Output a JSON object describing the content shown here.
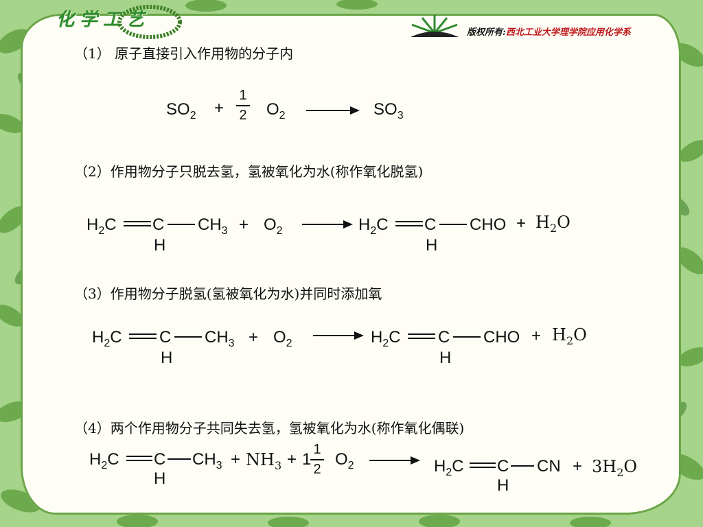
{
  "header": {
    "logo_text": "化学工艺",
    "copyright_prefix": "版权所有:",
    "copyright_org": "西北工业大学理学院应用化学系"
  },
  "sections": [
    {
      "heading": "（1） 原子直接引入作用物的分子内"
    },
    {
      "heading": "（2）作用物分子只脱去氢，氢被氧化为水(称作氧化脱氢)"
    },
    {
      "heading": "（3）作用物分子脱氢(氢被氧化为水)并同时添加氧"
    },
    {
      "heading": "（4）两个作用物分子共同失去氢，氢被氧化为水(称作氧化偶联)"
    }
  ],
  "eq1": {
    "so2": "SO",
    "o2": "O",
    "so3": "SO",
    "two": "2",
    "three": "3",
    "plus": "+",
    "half_num": "1",
    "half_den": "2"
  },
  "eq2": {
    "h2c": "H",
    "c": "C",
    "ch3": "CH",
    "h": "H",
    "plus": "+",
    "o": "O",
    "cho": "CHO",
    "h2o_h": "H",
    "h2o_o": "O",
    "two": "2",
    "three": "3"
  },
  "eq4": {
    "nh3": "NH",
    "one": "1",
    "three_h2o": "3",
    "cn": "CN"
  }
}
